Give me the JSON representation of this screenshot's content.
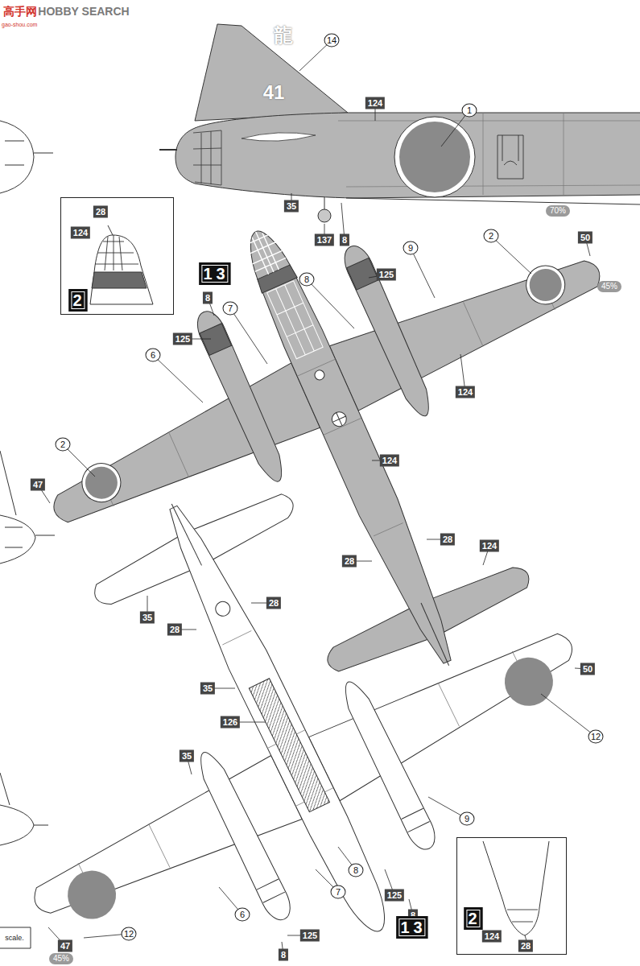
{
  "diagram": {
    "nodes": [
      {
        "text": [
          "28",
          "124",
          "2"
        ]
      },
      {
        "text": [
          "2",
          "124",
          "28"
        ]
      }
    ],
    "labels": [
      "高手网",
      "HOBBY SEARCH",
      "gao-shou.com",
      "龍",
      "41",
      "14",
      "124",
      "1",
      "35",
      "137",
      "8",
      "70%",
      "13",
      "8",
      "125",
      "7",
      "6",
      "2",
      "47",
      "8",
      "125",
      "9",
      "2",
      "50",
      "45%",
      "124",
      "124",
      "28",
      "28",
      "124",
      "35",
      "28",
      "28",
      "35",
      "126",
      "50",
      "12",
      "35",
      "9",
      "8",
      "7",
      "125",
      "8",
      "125",
      "6",
      "8",
      "12",
      "47",
      "45%",
      "13",
      "scale."
    ]
  }
}
